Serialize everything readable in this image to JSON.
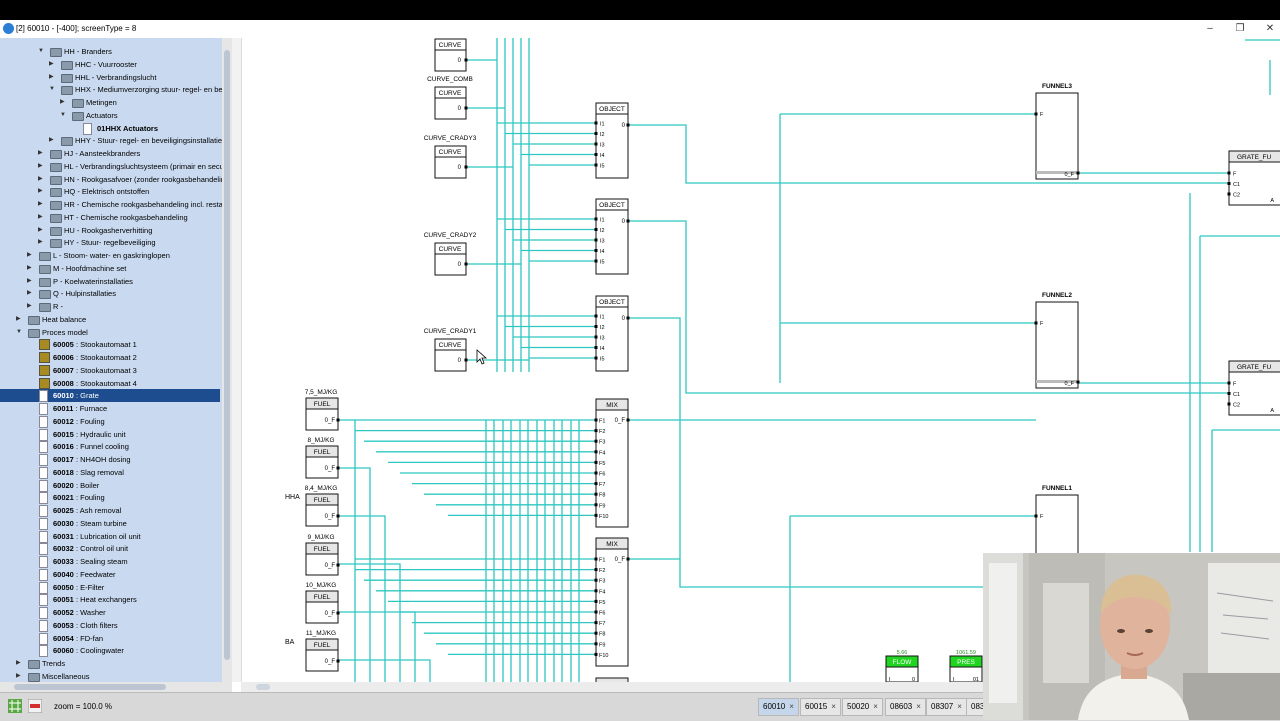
{
  "window": {
    "title": "[2] 60010 - [-400]; screenType = 8",
    "controls": [
      "–",
      "❐",
      "✕"
    ]
  },
  "tree": [
    {
      "label": "HH - Branders",
      "indent": 4,
      "icon": "folder",
      "exp": "▼"
    },
    {
      "label": "HHC - Vuurrooster",
      "indent": 5,
      "icon": "folder",
      "exp": "▶"
    },
    {
      "label": "HHL - Verbrandingslucht",
      "indent": 5,
      "icon": "folder",
      "exp": "▶"
    },
    {
      "label": "HHX - Mediumverzorging stuur- regel- en beve",
      "indent": 5,
      "icon": "folder",
      "exp": "▼"
    },
    {
      "label": "Metingen",
      "indent": 6,
      "icon": "folder",
      "exp": "▶"
    },
    {
      "label": "Actuators",
      "indent": 6,
      "icon": "folder",
      "exp": "▼"
    },
    {
      "label": "01HHX Actuators",
      "indent": 7,
      "icon": "page",
      "exp": "",
      "bold": true
    },
    {
      "label": "HHY - Stuur- regel- en beveiligingsinstallatie",
      "indent": 5,
      "icon": "folder",
      "exp": "▶"
    },
    {
      "label": "HJ - Aansteekbranders",
      "indent": 4,
      "icon": "folder",
      "exp": "▶"
    },
    {
      "label": "HL - Verbrandingsluchtsysteem (primair en secun",
      "indent": 4,
      "icon": "folder",
      "exp": "▶"
    },
    {
      "label": "HN - Rookgasafvoer (zonder rookgasbehandeling",
      "indent": 4,
      "icon": "folder",
      "exp": "▶"
    },
    {
      "label": "HQ - Elektrisch ontstoffen",
      "indent": 4,
      "icon": "folder",
      "exp": "▶"
    },
    {
      "label": "HR - Chemische rookgasbehandeling incl. restafv",
      "indent": 4,
      "icon": "folder",
      "exp": "▶"
    },
    {
      "label": "HT - Chemische rookgasbehandeling",
      "indent": 4,
      "icon": "folder",
      "exp": "▶"
    },
    {
      "label": "HU - Rookgasherverhitting",
      "indent": 4,
      "icon": "folder",
      "exp": "▶"
    },
    {
      "label": "HY - Stuur- regelbeveiliging",
      "indent": 4,
      "icon": "folder",
      "exp": "▶"
    },
    {
      "label": "L - Stoom- water- en gaskringlopen",
      "indent": 3,
      "icon": "folder",
      "exp": "▶"
    },
    {
      "label": "M - Hoofdmachine set",
      "indent": 3,
      "icon": "folder",
      "exp": "▶"
    },
    {
      "label": "P - Koelwaterinstallaties",
      "indent": 3,
      "icon": "folder",
      "exp": "▶"
    },
    {
      "label": "Q - Hulpinstallaties",
      "indent": 3,
      "icon": "folder",
      "exp": "▶"
    },
    {
      "label": "R -",
      "indent": 3,
      "icon": "folder",
      "exp": "▶"
    },
    {
      "label": "Heat balance",
      "indent": 2,
      "icon": "folder",
      "exp": "▶"
    },
    {
      "label": "Proces model",
      "indent": 2,
      "icon": "folder",
      "exp": "▼"
    },
    {
      "code": "60005",
      "label": " : Stookautomaat 1",
      "indent": 3,
      "icon": "x"
    },
    {
      "code": "60006",
      "label": " : Stookautomaat 2",
      "indent": 3,
      "icon": "x"
    },
    {
      "code": "60007",
      "label": " : Stookautomaat 3",
      "indent": 3,
      "icon": "x"
    },
    {
      "code": "60008",
      "label": " : Stookautomaat 4",
      "indent": 3,
      "icon": "x"
    },
    {
      "code": "60010",
      "label": " : Grate",
      "indent": 3,
      "icon": "page",
      "selected": true
    },
    {
      "code": "60011",
      "label": " : Furnace",
      "indent": 3,
      "icon": "page"
    },
    {
      "code": "60012",
      "label": " : Fouling",
      "indent": 3,
      "icon": "page"
    },
    {
      "code": "60015",
      "label": " : Hydraulic unit",
      "indent": 3,
      "icon": "page"
    },
    {
      "code": "60016",
      "label": " : Funnel cooling",
      "indent": 3,
      "icon": "page"
    },
    {
      "code": "60017",
      "label": " : NH4OH dosing",
      "indent": 3,
      "icon": "page"
    },
    {
      "code": "60018",
      "label": " : Slag removal",
      "indent": 3,
      "icon": "page"
    },
    {
      "code": "60020",
      "label": " : Boiler",
      "indent": 3,
      "icon": "page"
    },
    {
      "code": "60021",
      "label": " : Fouling",
      "indent": 3,
      "icon": "page"
    },
    {
      "code": "60025",
      "label": " : Ash removal",
      "indent": 3,
      "icon": "page"
    },
    {
      "code": "60030",
      "label": " : Steam turbine",
      "indent": 3,
      "icon": "page"
    },
    {
      "code": "60031",
      "label": " : Lubrication oil unit",
      "indent": 3,
      "icon": "page"
    },
    {
      "code": "60032",
      "label": " : Control oil unit",
      "indent": 3,
      "icon": "page"
    },
    {
      "code": "60033",
      "label": " : Sealing steam",
      "indent": 3,
      "icon": "page"
    },
    {
      "code": "60040",
      "label": " : Feedwater",
      "indent": 3,
      "icon": "page"
    },
    {
      "code": "60050",
      "label": " : E-Filter",
      "indent": 3,
      "icon": "page"
    },
    {
      "code": "60051",
      "label": " : Heat exchangers",
      "indent": 3,
      "icon": "page"
    },
    {
      "code": "60052",
      "label": " : Washer",
      "indent": 3,
      "icon": "page"
    },
    {
      "code": "60053",
      "label": " : Cloth filters",
      "indent": 3,
      "icon": "page"
    },
    {
      "code": "60054",
      "label": " : FD-fan",
      "indent": 3,
      "icon": "page"
    },
    {
      "code": "60060",
      "label": " : Coolingwater",
      "indent": 3,
      "icon": "page"
    },
    {
      "label": "Trends",
      "indent": 2,
      "icon": "folder",
      "exp": "▶"
    },
    {
      "label": "Miscellaneous",
      "indent": 2,
      "icon": "folder",
      "exp": "▶"
    }
  ],
  "diagram": {
    "line_color": "#2ec7c0",
    "curves": [
      {
        "name": "",
        "block": "CURVE",
        "out": "0"
      },
      {
        "name": "CURVE_COMB",
        "block": "CURVE",
        "out": "0"
      },
      {
        "name": "CURVE_CRADY3",
        "block": "CURVE",
        "out": "0"
      },
      {
        "name": "CURVE_CRADY2",
        "block": "CURVE",
        "out": "0"
      },
      {
        "name": "CURVE_CRADY1",
        "block": "CURVE",
        "out": "0"
      }
    ],
    "objects": [
      {
        "block": "OBJECT",
        "inputs": [
          "I1",
          "I2",
          "I3",
          "I4",
          "I5"
        ],
        "out": "0"
      },
      {
        "block": "OBJECT",
        "inputs": [
          "I1",
          "I2",
          "I3",
          "I4",
          "I5"
        ],
        "out": "0"
      },
      {
        "block": "OBJECT",
        "inputs": [
          "I1",
          "I2",
          "I3",
          "I4",
          "I5"
        ],
        "out": "0"
      }
    ],
    "fuels": [
      {
        "name": "7,5_MJ/KG",
        "side": "",
        "block": "FUEL",
        "out": "0_F"
      },
      {
        "name": "8_MJ/KG",
        "side": "",
        "block": "FUEL",
        "out": "0_F"
      },
      {
        "name": "8,4_MJ/KG",
        "side": "HHA",
        "block": "FUEL",
        "out": "0_F"
      },
      {
        "name": "9_MJ/KG",
        "side": "",
        "block": "FUEL",
        "out": "0_F"
      },
      {
        "name": "10_MJ/KG",
        "side": "",
        "block": "FUEL",
        "out": "0_F"
      },
      {
        "name": "11_MJ/KG",
        "side": "BA",
        "block": "FUEL",
        "out": "0_F"
      }
    ],
    "mixes": [
      {
        "block": "MIX",
        "out": "0_F",
        "inputs": [
          "F1",
          "F2",
          "F3",
          "F4",
          "F5",
          "F6",
          "F7",
          "F8",
          "F9",
          "F10"
        ]
      },
      {
        "block": "MIX",
        "out": "0_F",
        "inputs": [
          "F1",
          "F2",
          "F3",
          "F4",
          "F5",
          "F6",
          "F7",
          "F8",
          "F9",
          "F10"
        ]
      }
    ],
    "funnels": [
      {
        "name": "FUNNEL3",
        "in": "F",
        "out": "0_F"
      },
      {
        "name": "FUNNEL2",
        "in": "F",
        "out": "0_F"
      },
      {
        "name": "FUNNEL1",
        "in": "F",
        "out": ""
      }
    ],
    "grates": [
      {
        "title": "GRATE_FU",
        "inputs": [
          "F",
          "C1",
          "C2"
        ],
        "out": "A"
      },
      {
        "title": "GRATE_FU",
        "inputs": [
          "F",
          "C1",
          "C2"
        ],
        "out": "A"
      }
    ],
    "indicators": [
      {
        "title": "FLOW",
        "value": "5.66",
        "in": "I",
        "out": "0"
      },
      {
        "title": "PRES",
        "value": "1061.59",
        "in": "I",
        "out": "01"
      }
    ]
  },
  "status": {
    "zoom": "zoom = 100.0 %",
    "tabs": [
      "60010",
      "60015",
      "50020",
      "08603",
      "08307",
      "083"
    ],
    "active_tab": "60010",
    "tab_close": "×"
  }
}
